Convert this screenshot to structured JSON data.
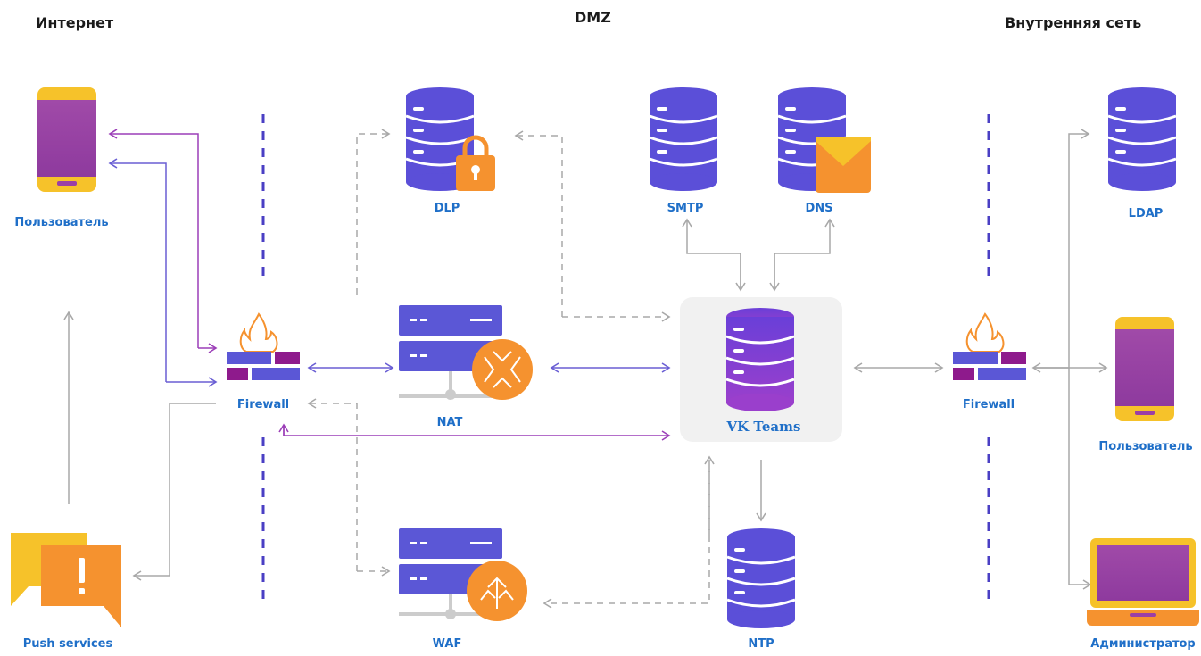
{
  "zones": {
    "internet": "Интернет",
    "dmz": "DMZ",
    "internal": "Внутренняя сеть"
  },
  "nodes": {
    "user_left": "Пользователь",
    "push": "Push services",
    "firewall_left": "Firewall",
    "dlp": "DLP",
    "nat": "NAT",
    "waf": "WAF",
    "smtp": "SMTP",
    "dns": "DNS",
    "vk_teams": "VK Teams",
    "ntp": "NTP",
    "firewall_right": "Firewall",
    "ldap": "LDAP",
    "user_right": "Пользователь",
    "admin": "Администратор"
  },
  "colors": {
    "db": "#5b4fd8",
    "db_gradient_end": "#8a3fd0",
    "accent_orange": "#f5922f",
    "phone_body": "#f6c22a",
    "phone_screen": "#9b3fa6",
    "brick_blue": "#5b57d6",
    "brick_purple": "#8e1a8c",
    "arrow_purple": "#9c3fb8",
    "arrow_blue": "#6a5fd4",
    "arrow_gray": "#a8a8a8",
    "label_blue": "#1f6fc8",
    "dashed_divider": "#4a3fc4",
    "vk_panel": "#f1f1f1"
  },
  "icons": {
    "user_left": "smartphone-icon",
    "push": "alert-chat-icon",
    "firewall": "firewall-icon",
    "dlp": "database-lock-icon",
    "nat": "server-arrows-icon",
    "waf": "server-shield-icon",
    "smtp": "database-icon",
    "dns": "database-mail-icon",
    "vk_teams": "database-icon",
    "ntp": "database-icon",
    "ldap": "database-icon",
    "admin": "laptop-icon"
  }
}
